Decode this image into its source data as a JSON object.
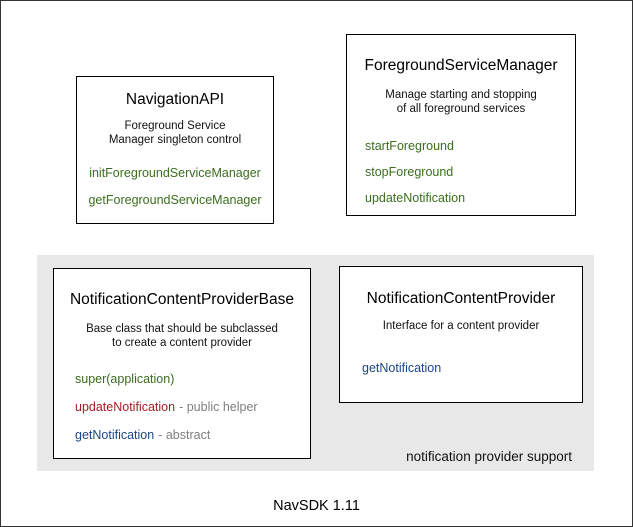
{
  "colors": {
    "green": "#3b6e1e",
    "red": "#a51d23",
    "blue": "#1c4587",
    "gray": "#7f7f7f",
    "group_bg": "#e8e8e8",
    "border": "#000000"
  },
  "footer": "NavSDK 1.11",
  "group": {
    "label": "notification provider support"
  },
  "boxes": [
    {
      "title": "NavigationAPI",
      "subtitle_line1": "Foreground Service",
      "subtitle_line2": "Manager singleton control",
      "methods": [
        {
          "name": "initForegroundServiceManager"
        },
        {
          "name": "getForegroundServiceManager"
        }
      ]
    },
    {
      "title": "ForegroundServiceManager",
      "subtitle_line1": "Manage starting and stopping",
      "subtitle_line2": "of all foreground services",
      "methods": [
        {
          "name": "startForeground"
        },
        {
          "name": "stopForeground"
        },
        {
          "name": "updateNotification"
        }
      ]
    },
    {
      "title": "NotificationContentProviderBase",
      "subtitle_line1": "Base class that should be subclassed",
      "subtitle_line2": "to create a content provider",
      "methods": [
        {
          "name": "super(application)"
        },
        {
          "name": "updateNotification",
          "suffix": "- public helper"
        },
        {
          "name": "getNotification",
          "suffix": "- abstract"
        }
      ]
    },
    {
      "title": "NotificationContentProvider",
      "subtitle_line1": "Interface for a content provider",
      "methods": [
        {
          "name": "getNotification"
        }
      ]
    }
  ]
}
